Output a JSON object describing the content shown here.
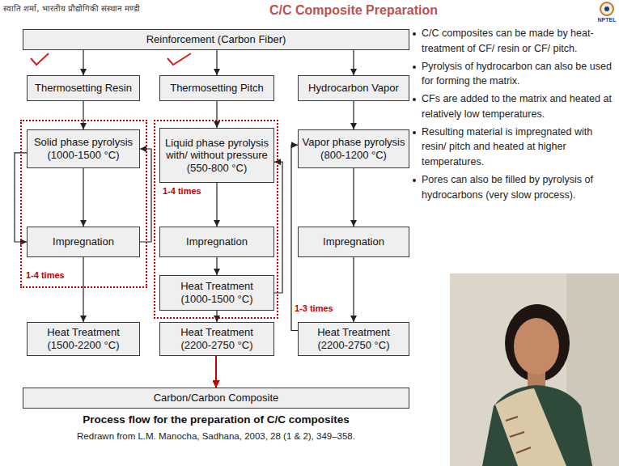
{
  "diagram": {
    "title": "C/C Composite Preparation",
    "caption": "Process flow for the preparation of C/C composites",
    "nodes": [
      {
        "text": [
          "Reinforcement (Carbon Fiber)"
        ]
      },
      {
        "text": [
          "Thermosetting Resin"
        ]
      },
      {
        "text": [
          "Thermosetting Pitch"
        ]
      },
      {
        "text": [
          "Hydrocarbon Vapor"
        ]
      },
      {
        "text": [
          "1-4 times"
        ]
      },
      {
        "text": [
          "Solid phase pyrolysis (1000-1500 °C)"
        ],
        "in": 4
      },
      {
        "text": [
          "Impregnation"
        ],
        "in": 4
      },
      {
        "text": [
          "1-4 times"
        ]
      },
      {
        "text": [
          "Liquid phase pyrolysis with/ without pressure (550-800 °C)"
        ],
        "in": 7
      },
      {
        "text": [
          "Impregnation"
        ],
        "in": 7
      },
      {
        "text": [
          "Heat Treatment (1000-1500 °C)"
        ],
        "in": 7
      },
      {
        "text": [
          "Vapor phase pyrolysis (800-1200 °C)"
        ]
      },
      {
        "text": [
          "Impregnation"
        ]
      },
      {
        "text": [
          "Heat Treatment (1500-2200 °C)"
        ]
      },
      {
        "text": [
          "Heat Treatment (2200-2750 °C)"
        ]
      },
      {
        "text": [
          "Heat Treatment (2200-2750 °C)"
        ]
      },
      {
        "text": [
          "Carbon/Carbon Composite"
        ]
      }
    ],
    "edges": [
      {
        "from": 0,
        "to": 1,
        "arrow": "to"
      },
      {
        "from": 0,
        "to": 2,
        "arrow": "to"
      },
      {
        "from": 0,
        "to": 3,
        "arrow": "to"
      },
      {
        "from": 1,
        "to": 5,
        "arrow": "to"
      },
      {
        "from": 2,
        "to": 8,
        "arrow": "to"
      },
      {
        "from": 3,
        "to": 11,
        "arrow": "to"
      },
      {
        "from": 5,
        "to": 6,
        "arrow": "to"
      },
      {
        "from": 5,
        "to": 6,
        "arrow": "to"
      },
      {
        "from": 6,
        "to": 5,
        "arrow": "to"
      },
      {
        "from": 6,
        "to": 13,
        "arrow": "to"
      },
      {
        "from": 8,
        "to": 9,
        "arrow": "to"
      },
      {
        "from": 9,
        "to": 10,
        "arrow": "to"
      },
      {
        "from": 10,
        "to": 14,
        "arrow": "to"
      },
      {
        "from": 10,
        "to": 8,
        "arrow": "to"
      },
      {
        "from": 11,
        "to": 12,
        "arrow": "to"
      },
      {
        "from": 12,
        "to": 15,
        "arrow": "to"
      },
      {
        "from": 15,
        "to": 11,
        "arrow": "to"
      },
      {
        "from": 13,
        "to": 16,
        "arrow": "to"
      },
      {
        "from": 14,
        "to": 16,
        "arrow": "to"
      },
      {
        "from": 15,
        "to": 16,
        "arrow": "to"
      }
    ],
    "labels": [
      "स्वाति शर्मा, भारतीय प्रौद्योगिकी संस्थान मण्डी",
      "NPTEL",
      "C/C composites can be made by heat-treatment of CF/ resin or CF/ pitch.",
      "Pyrolysis of hydrocarbon can also be used for forming the matrix.",
      "CFs are added to the matrix and heated at relatively low temperatures.",
      "Resulting material is impregnated with resin/ pitch and heated at higher temperatures.",
      "Pores can also be filled by pyrolysis of hydrocarbons (very slow process).",
      "1-3 times",
      "Redrawn from L.M. Manocha, Sadhana, 2003, 28 (1 & 2), 349–358."
    ]
  }
}
